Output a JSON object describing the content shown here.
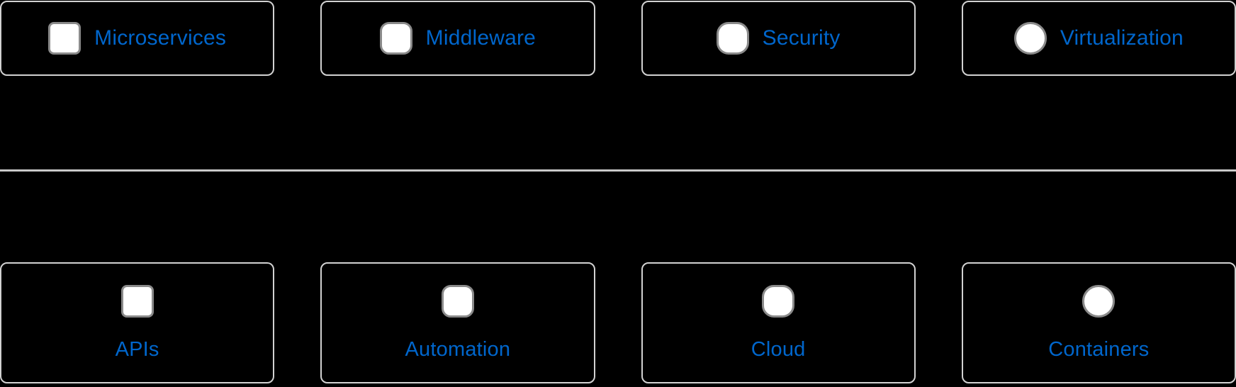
{
  "colors": {
    "background": "#000000",
    "tile_border": "#d2d2d2",
    "divider": "#c9c9c9",
    "label_text": "#0066cc",
    "icon_fill": "#ffffff",
    "icon_border": "#8a8a8a"
  },
  "tiles": {
    "top": [
      {
        "label": "Microservices",
        "icon": "rounded-square-icon"
      },
      {
        "label": "Middleware",
        "icon": "rounded-square-icon"
      },
      {
        "label": "Security",
        "icon": "squircle-icon"
      },
      {
        "label": "Virtualization",
        "icon": "circle-icon"
      }
    ],
    "bottom": [
      {
        "label": "APIs",
        "icon": "rounded-square-icon"
      },
      {
        "label": "Automation",
        "icon": "rounded-square-icon"
      },
      {
        "label": "Cloud",
        "icon": "squircle-icon"
      },
      {
        "label": "Containers",
        "icon": "circle-icon"
      }
    ]
  }
}
